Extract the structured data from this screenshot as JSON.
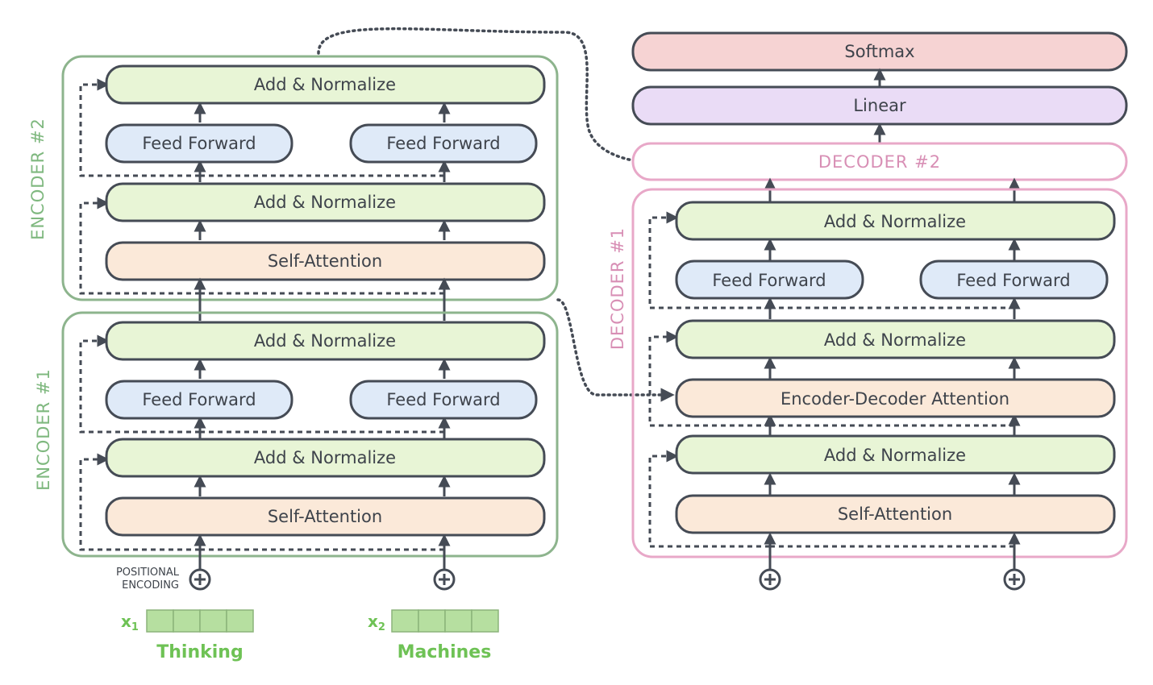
{
  "colors": {
    "encoder_border": "#8db48d",
    "encoder_label": "#7fb87f",
    "decoder_border": "#e8a8c8",
    "decoder_label": "#d88fb5",
    "add_norm_fill": "#e8f5d6",
    "ffn_fill": "#dfeaf8",
    "attn_fill": "#fbe9d9",
    "linear_fill": "#eadcf6",
    "softmax_fill": "#f6d3d3",
    "box_stroke": "#454b55",
    "box_text": "#3e434b",
    "token_fill": "#b6dfa0",
    "token_label": "#6ec255"
  },
  "encoders": [
    {
      "label": "ENCODER #2",
      "add_norm_top": "Add & Normalize",
      "ffn_left": "Feed Forward",
      "ffn_right": "Feed Forward",
      "add_norm_mid": "Add & Normalize",
      "self_attention": "Self-Attention"
    },
    {
      "label": "ENCODER #1",
      "add_norm_top": "Add & Normalize",
      "ffn_left": "Feed Forward",
      "ffn_right": "Feed Forward",
      "add_norm_mid": "Add & Normalize",
      "self_attention": "Self-Attention"
    }
  ],
  "decoder": {
    "softmax": "Softmax",
    "linear": "Linear",
    "decoder2_label": "DECODER #2",
    "decoder1_label": "DECODER #1",
    "add_norm_top": "Add & Normalize",
    "ffn_left": "Feed Forward",
    "ffn_right": "Feed Forward",
    "add_norm_2": "Add & Normalize",
    "enc_dec_attention": "Encoder-Decoder Attention",
    "add_norm_1": "Add & Normalize",
    "self_attention": "Self-Attention"
  },
  "positional_encoding": {
    "line1": "POSITIONAL",
    "line2": "ENCODING"
  },
  "inputs": [
    {
      "var": "x",
      "sub": "1",
      "word": "Thinking",
      "cells": 4
    },
    {
      "var": "x",
      "sub": "2",
      "word": "Machines",
      "cells": 4
    }
  ],
  "icons": {
    "add": "circle-plus-icon"
  }
}
